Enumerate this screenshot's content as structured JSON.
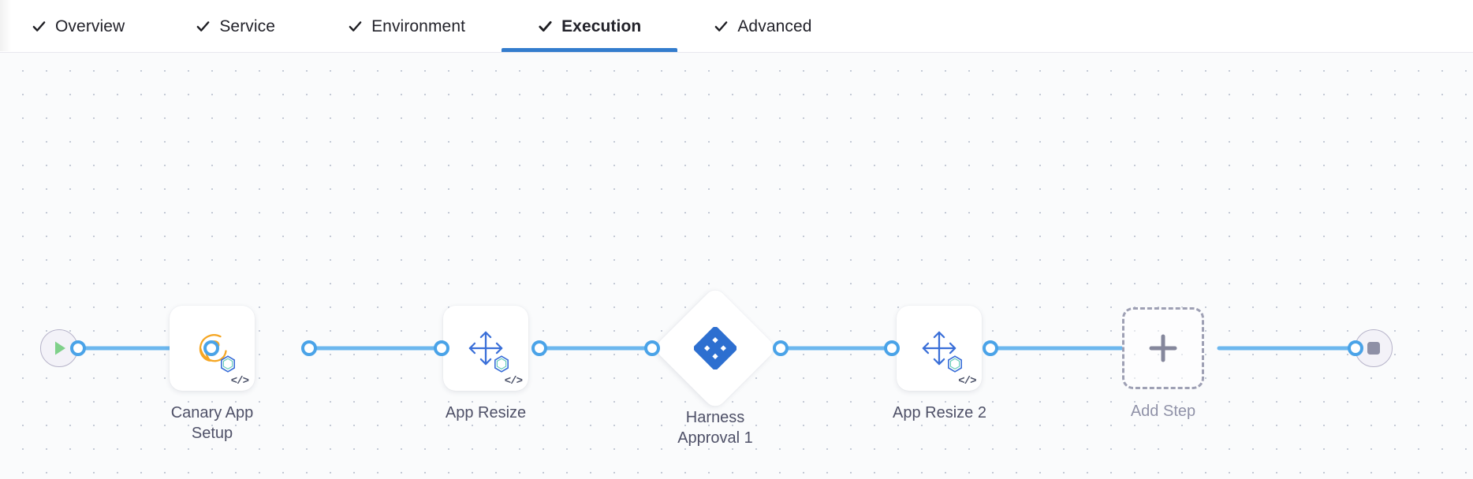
{
  "tabs": [
    {
      "label": "Overview",
      "icon": "check-icon",
      "active": false
    },
    {
      "label": "Service",
      "icon": "check-icon",
      "active": false
    },
    {
      "label": "Environment",
      "icon": "check-icon",
      "active": false
    },
    {
      "label": "Execution",
      "icon": "check-icon",
      "active": true
    },
    {
      "label": "Advanced",
      "icon": "check-icon",
      "active": false
    }
  ],
  "colors": {
    "accent_blue": "#337ccd",
    "connector_blue": "#4aa3e8",
    "canary_orange": "#f5a623",
    "harness_blue": "#2d6fd0",
    "node_label": "#4e5067",
    "muted": "#9092a8",
    "canvas_bg": "#fafbfc",
    "dot_grid": "#c4cad6",
    "start_play_green": "#7fd08a",
    "stop_gray": "#8e90a6"
  },
  "pipeline": {
    "start": {
      "name": "start-node",
      "icon": "play-icon"
    },
    "end": {
      "name": "end-node",
      "icon": "stop-icon"
    },
    "steps": [
      {
        "id": "canary-app-setup",
        "label": "Canary App\nSetup",
        "shape": "card",
        "icon": "canary-bird-icon",
        "badge": "kubernetes-hexagon-icon",
        "code_badge": "</>"
      },
      {
        "id": "app-resize",
        "label": "App Resize",
        "shape": "card",
        "icon": "resize-arrows-icon",
        "badge": "kubernetes-hexagon-icon",
        "code_badge": "</>"
      },
      {
        "id": "harness-approval-1",
        "label": "Harness\nApproval 1",
        "shape": "diamond",
        "icon": "harness-logo-icon",
        "badge": null,
        "code_badge": null
      },
      {
        "id": "app-resize-2",
        "label": "App Resize 2",
        "shape": "card",
        "icon": "resize-arrows-icon",
        "badge": "kubernetes-hexagon-icon",
        "code_badge": "</>"
      },
      {
        "id": "add-step",
        "label": "Add Step",
        "shape": "add",
        "icon": "plus-icon",
        "badge": null,
        "code_badge": null
      }
    ]
  }
}
